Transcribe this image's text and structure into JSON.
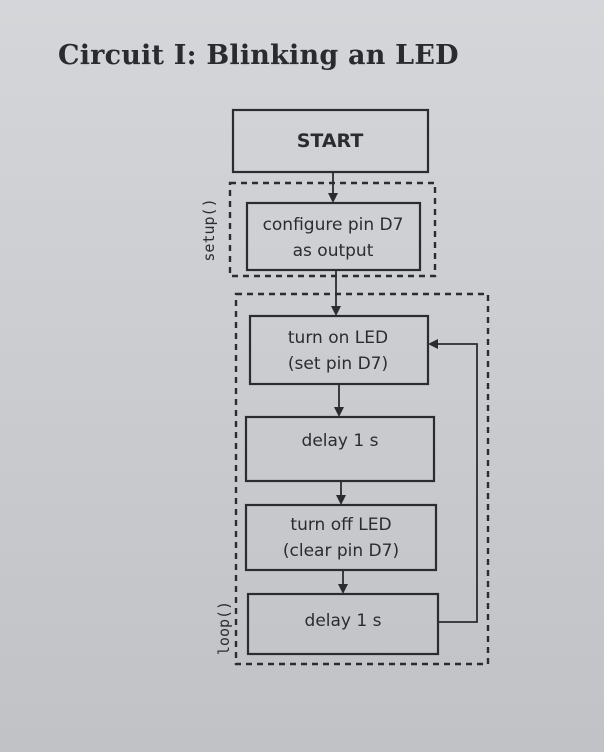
{
  "title": "Circuit I: Blinking an LED",
  "nodes": {
    "start": "START",
    "configure_line1": "configure pin D7",
    "configure_line2": "as output",
    "turn_on_line1": "turn on LED",
    "turn_on_line2": "(set pin D7)",
    "delay1": "delay 1 s",
    "turn_off_line1": "turn off LED",
    "turn_off_line2": "(clear pin D7)",
    "delay2": "delay 1 s"
  },
  "groups": {
    "setup": "setup()",
    "loop": "loop()"
  }
}
